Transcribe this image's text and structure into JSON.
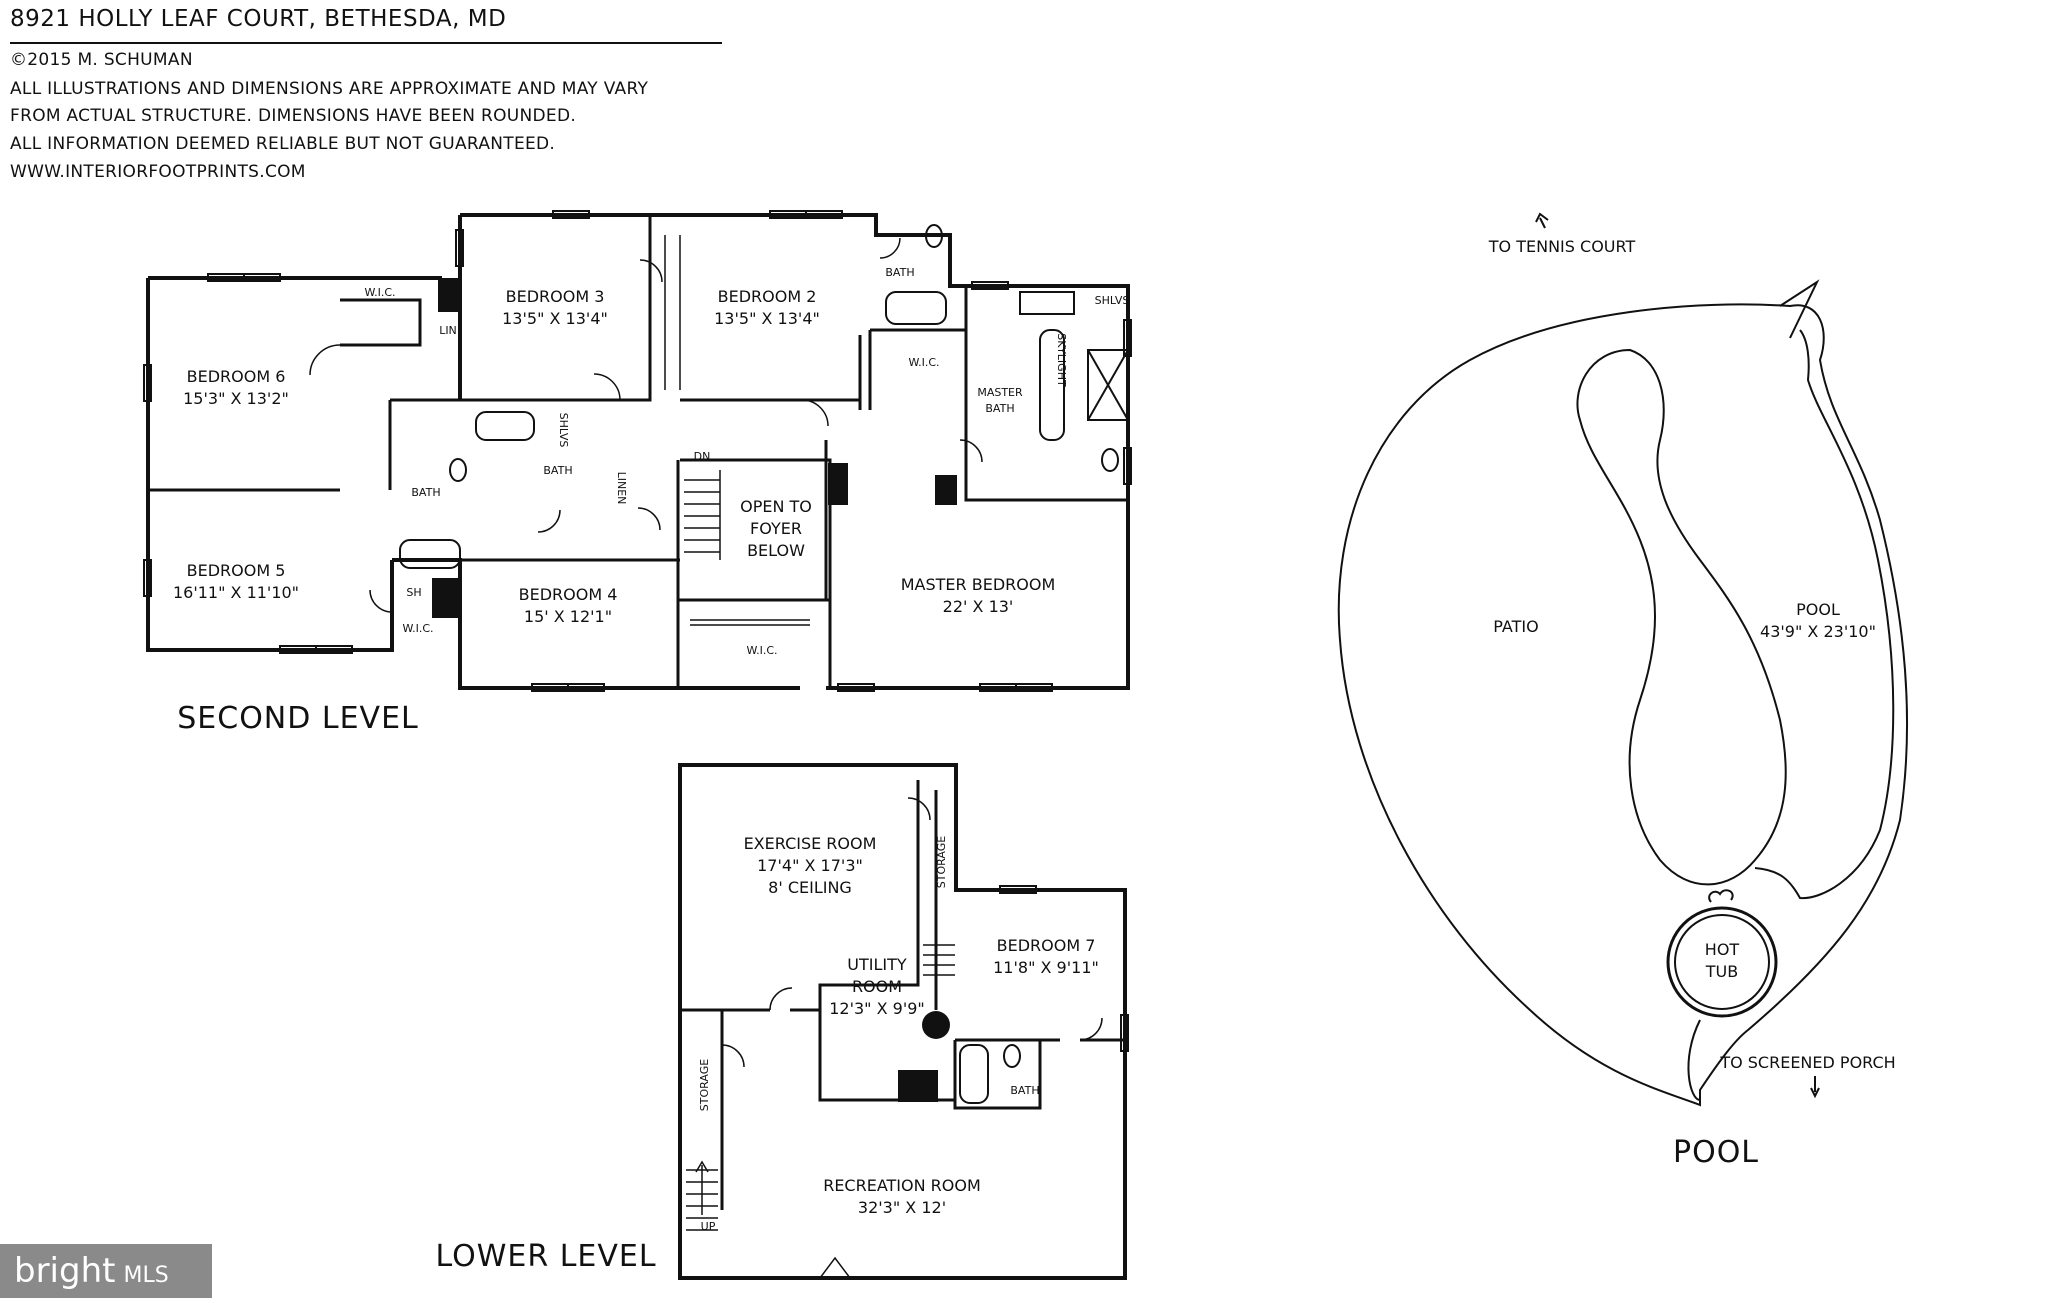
{
  "header": {
    "title": "8921 HOLLY LEAF COURT, BETHESDA, MD",
    "copyright": "©2015 M. SCHUMAN",
    "disclaimer_1": "ALL ILLUSTRATIONS AND DIMENSIONS ARE APPROXIMATE AND MAY VARY",
    "disclaimer_2": "FROM ACTUAL STRUCTURE. DIMENSIONS HAVE BEEN ROUNDED.",
    "disclaimer_3": "ALL INFORMATION DEEMED RELIABLE BUT NOT GUARANTEED.",
    "website": "WWW.INTERIORFOOTPRINTS.COM"
  },
  "second_level": {
    "label": "SECOND LEVEL",
    "rooms": {
      "bedroom6": {
        "name": "BEDROOM 6",
        "dim": "15'3\" X 13'2\""
      },
      "bedroom5": {
        "name": "BEDROOM 5",
        "dim": "16'11\" X 11'10\""
      },
      "bedroom3": {
        "name": "BEDROOM 3",
        "dim": "13'5\" X 13'4\""
      },
      "bedroom2": {
        "name": "BEDROOM 2",
        "dim": "13'5\" X 13'4\""
      },
      "bedroom4": {
        "name": "BEDROOM 4",
        "dim": "15' X 12'1\""
      },
      "master": {
        "name": "MASTER BEDROOM",
        "dim": "22' X 13'"
      },
      "foyer_1": "OPEN TO",
      "foyer_2": "FOYER",
      "foyer_3": "BELOW",
      "master_bath_1": "MASTER",
      "master_bath_2": "BATH"
    },
    "small_labels": {
      "wic": "W.I.C.",
      "lin": "LIN",
      "bath": "BATH",
      "shlvs": "SHLVS",
      "linen": "LINEN",
      "sh": "SH",
      "dn": "DN",
      "skylight": "SKYLIGHT"
    }
  },
  "lower_level": {
    "label": "LOWER LEVEL",
    "exercise_1": "EXERCISE ROOM",
    "exercise_2": "17'4\" X 17'3\"",
    "exercise_3": "8' CEILING",
    "utility_1": "UTILITY",
    "utility_2": "ROOM",
    "utility_3": "12'3\" X 9'9\"",
    "bedroom7_1": "BEDROOM 7",
    "bedroom7_2": "11'8\" X 9'11\"",
    "recreation_1": "RECREATION ROOM",
    "recreation_2": "32'3\" X 12'",
    "storage": "STORAGE",
    "bath": "BATH",
    "up": "UP"
  },
  "pool_area": {
    "label": "POOL",
    "tennis": "TO TENNIS COURT",
    "porch": "TO SCREENED PORCH",
    "patio": "PATIO",
    "pool_1": "POOL",
    "pool_2": "43'9\" X 23'10\"",
    "hottub_1": "HOT",
    "hottub_2": "TUB"
  },
  "watermark": {
    "brand": "bright",
    "suffix": "MLS"
  },
  "colors": {
    "line": "#111111",
    "background": "#ffffff",
    "watermark_bg": "#8a8a8a"
  }
}
